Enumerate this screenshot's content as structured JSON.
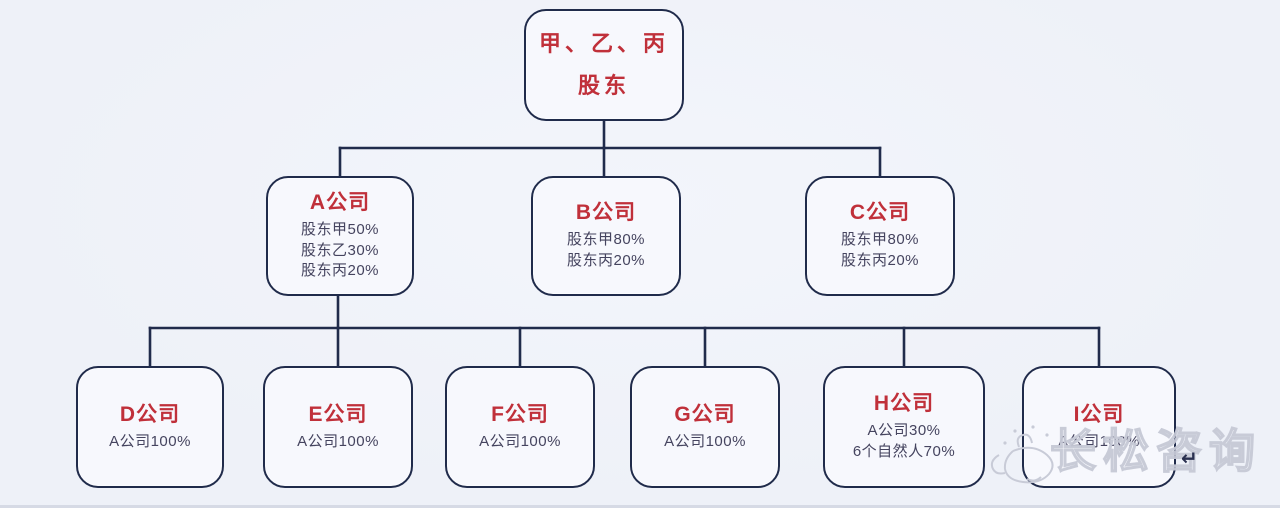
{
  "colors": {
    "background": "#eef1f8",
    "box_fill": "#f7f8fd",
    "line_navy": "#202b4b",
    "accent_red": "#c0303a",
    "body_text": "#45445f",
    "watermark": "#c6c9d6"
  },
  "diagram": {
    "root": {
      "line1": "甲、乙、丙",
      "line2": "股东"
    },
    "level2": [
      {
        "title": "A公司",
        "lines": [
          "股东甲50%",
          "股东乙30%",
          "股东丙20%"
        ]
      },
      {
        "title": "B公司",
        "lines": [
          "股东甲80%",
          "股东丙20%"
        ]
      },
      {
        "title": "C公司",
        "lines": [
          "股东甲80%",
          "股东丙20%"
        ]
      }
    ],
    "level3": [
      {
        "title": "D公司",
        "lines": [
          "A公司100%"
        ]
      },
      {
        "title": "E公司",
        "lines": [
          "A公司100%"
        ]
      },
      {
        "title": "F公司",
        "lines": [
          "A公司100%"
        ]
      },
      {
        "title": "G公司",
        "lines": [
          "A公司100%"
        ]
      },
      {
        "title": "H公司",
        "lines": [
          "A公司30%",
          "6个自然人70%"
        ]
      },
      {
        "title": "I公司",
        "lines": [
          "A公司100%"
        ]
      }
    ]
  },
  "watermark": {
    "text": "长松咨询",
    "logo": "cat-logo-icon",
    "return_symbol": "↵"
  }
}
